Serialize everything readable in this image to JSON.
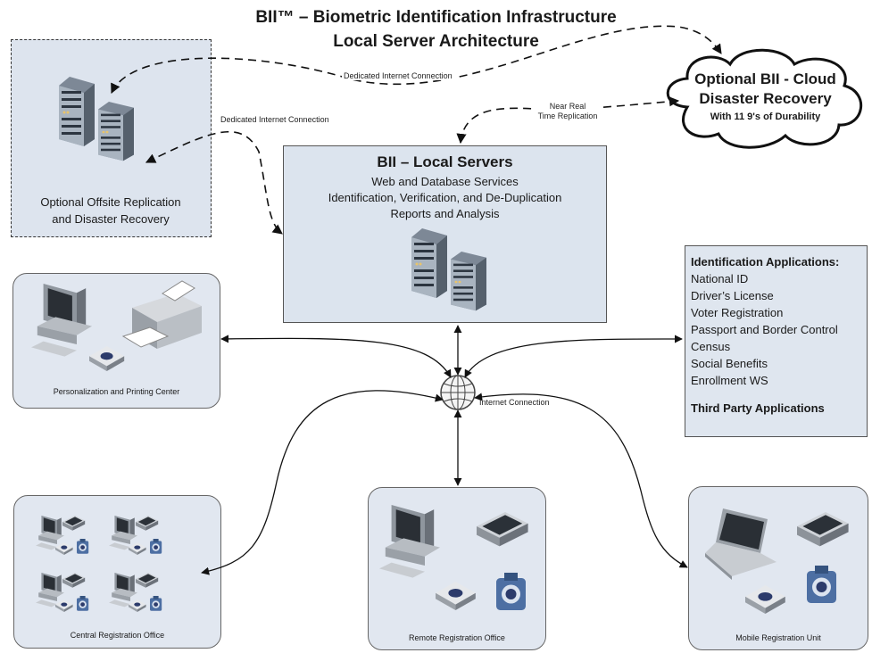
{
  "title": {
    "line1": "BII™ – Biometric Identification Infrastructure",
    "line2": "Local Server Architecture"
  },
  "offsite": {
    "label_line1": "Optional Offsite Replication",
    "label_line2": "and Disaster Recovery"
  },
  "cloud": {
    "line1": "Optional BII - Cloud",
    "line2": "Disaster Recovery",
    "line3": "With 11 9's of Durability"
  },
  "local_servers": {
    "title": "BII – Local Servers",
    "line1": "Web and Database Services",
    "line2": "Identification, Verification, and De-Duplication",
    "line3": "Reports and Analysis"
  },
  "connections": {
    "dedicated_top": "Dedicated Internet Connection",
    "dedicated_left": "Dedicated Internet Connection",
    "near_real_line1": "Near Real",
    "near_real_line2": "Time Replication",
    "internet": "Internet Connection"
  },
  "ident_apps": {
    "heading": "Identification Applications:",
    "items": [
      "National ID",
      "Driver’s License",
      "Voter Registration",
      "Passport and Border Control",
      "Census",
      "Social Benefits",
      "Enrollment WS"
    ],
    "third_party": "Third Party Applications"
  },
  "sites": {
    "printing": "Personalization and Printing Center",
    "central": "Central Registration Office",
    "remote": "Remote Registration Office",
    "mobile": "Mobile Registration Unit"
  }
}
